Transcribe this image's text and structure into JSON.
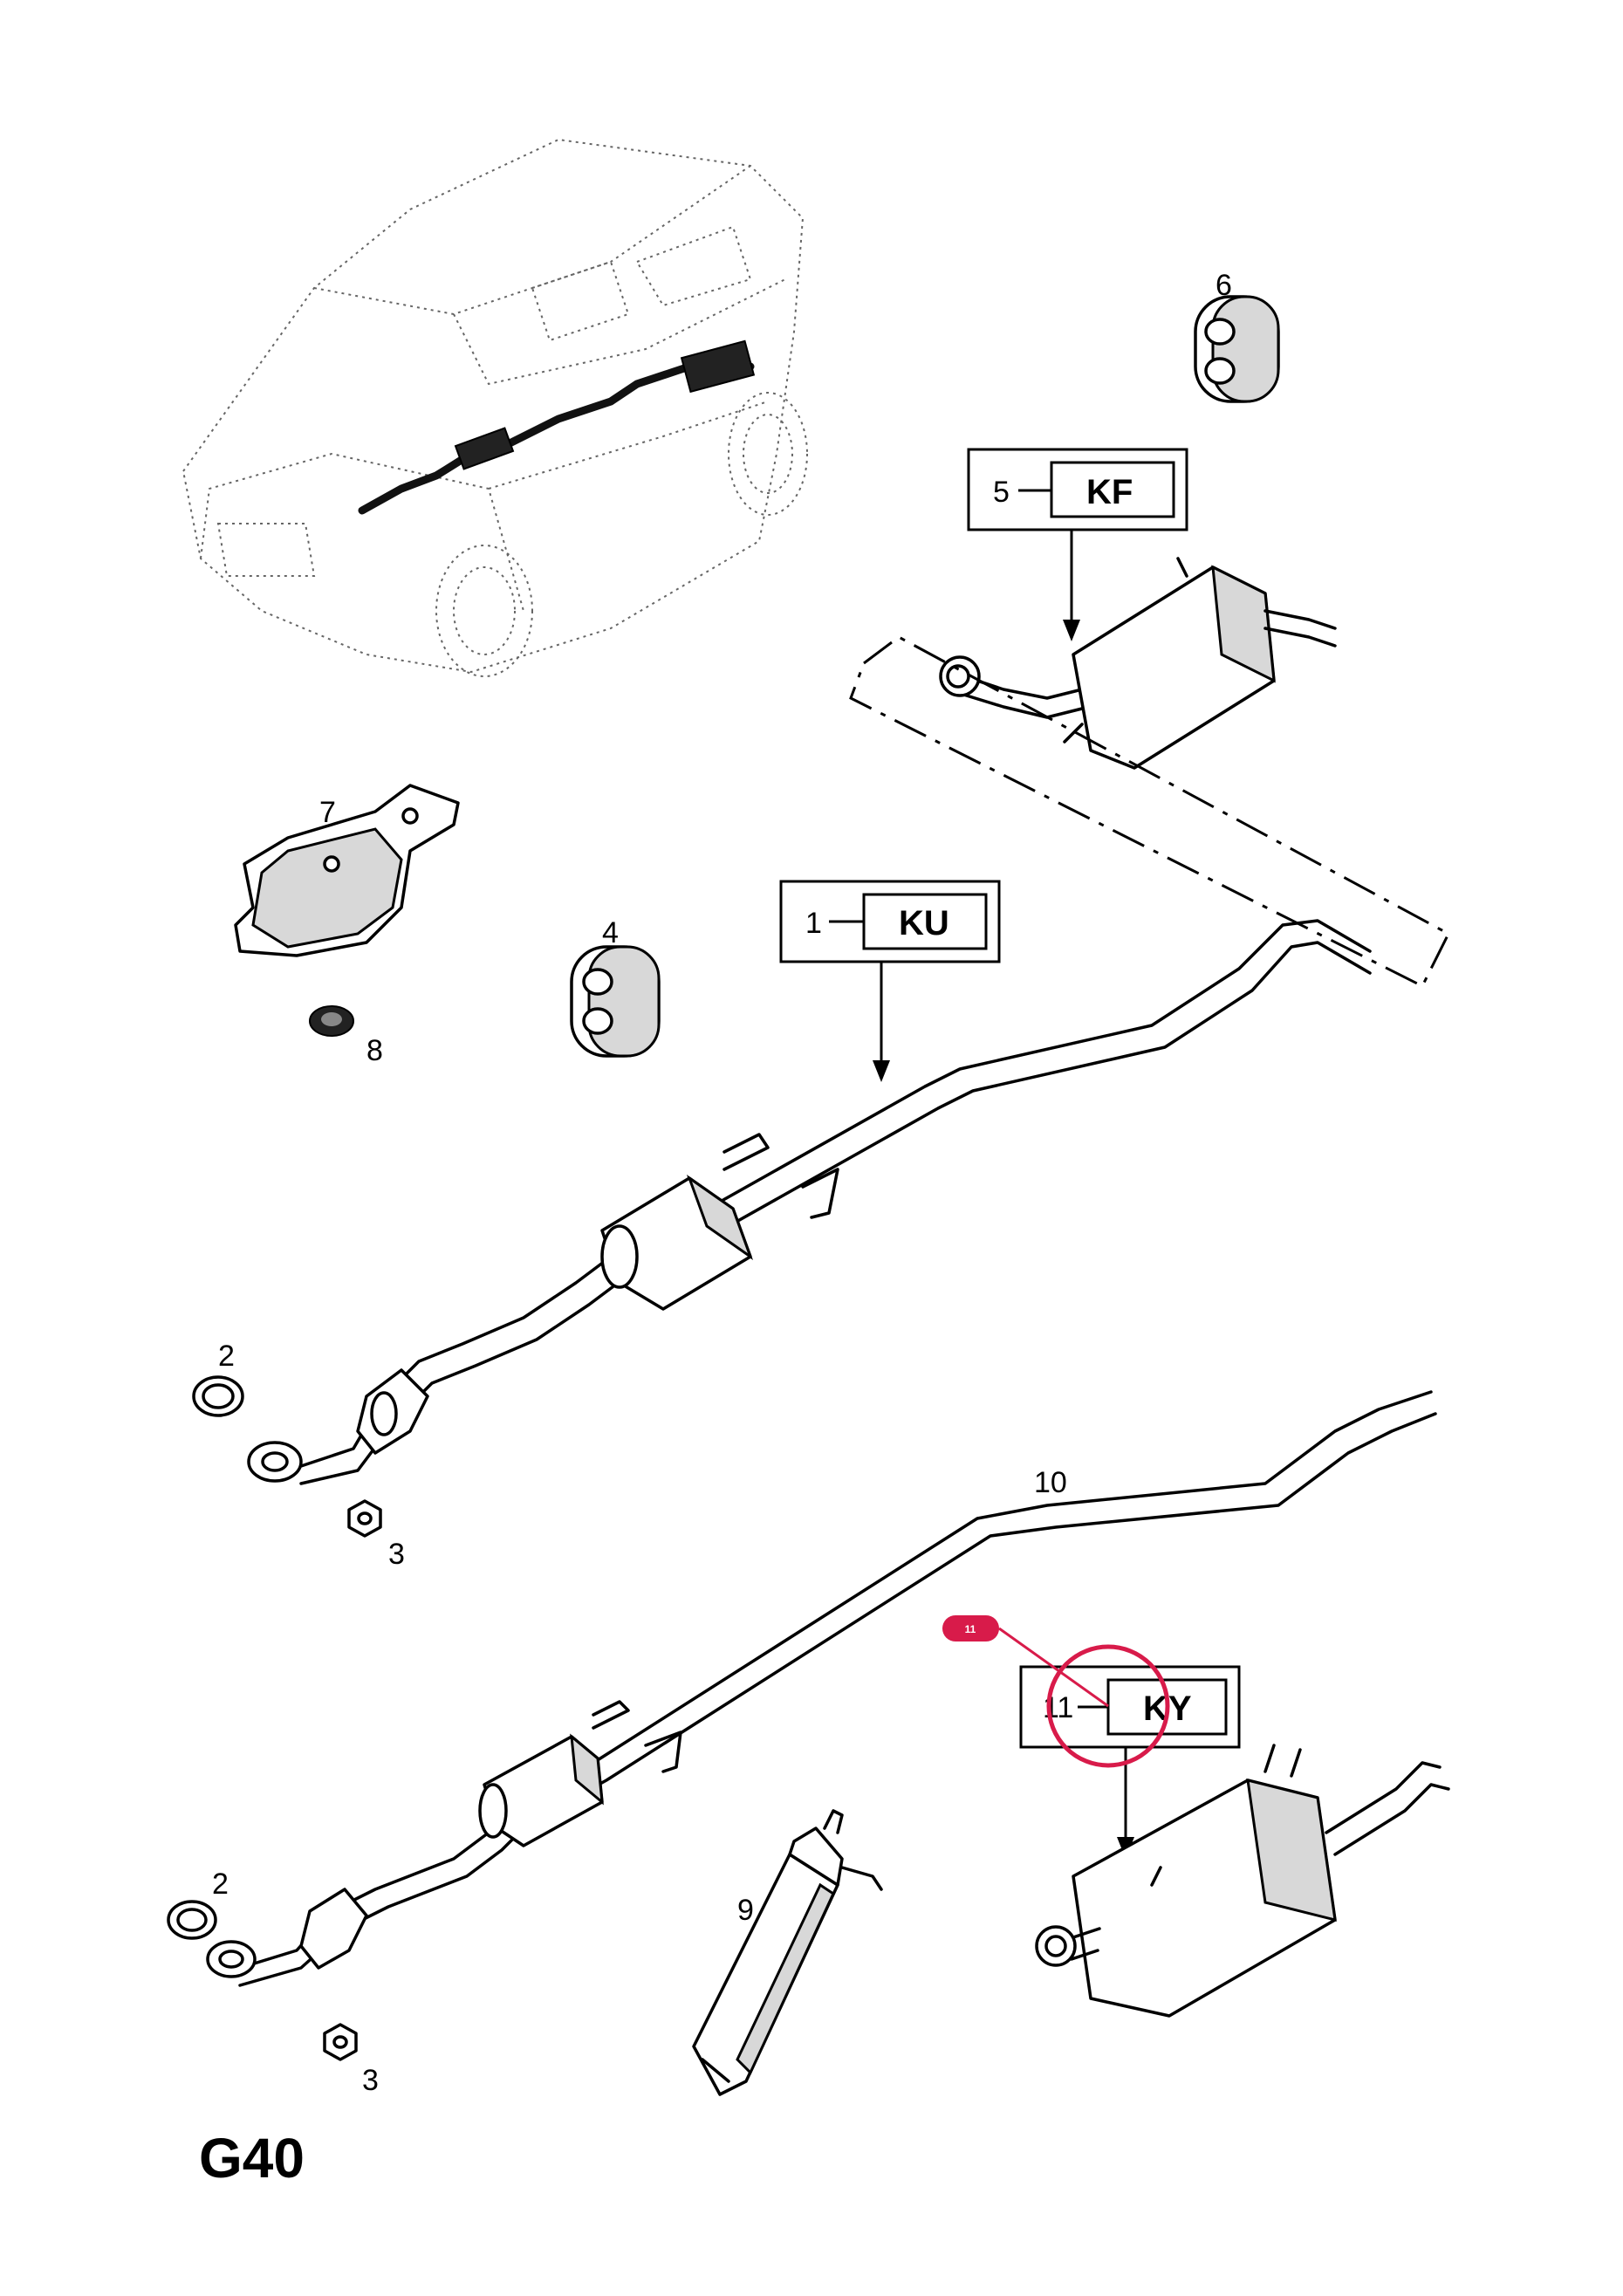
{
  "page": {
    "code": "G40"
  },
  "callouts": [
    {
      "ref": "1",
      "code": "KU"
    },
    {
      "ref": "5",
      "code": "KF"
    },
    {
      "ref": "11",
      "code": "KY"
    }
  ],
  "part_labels": [
    "2",
    "3",
    "4",
    "6",
    "7",
    "8",
    "9",
    "10",
    "2",
    "3"
  ],
  "annotation": {
    "badge": "11",
    "color": "#d81b4a"
  }
}
